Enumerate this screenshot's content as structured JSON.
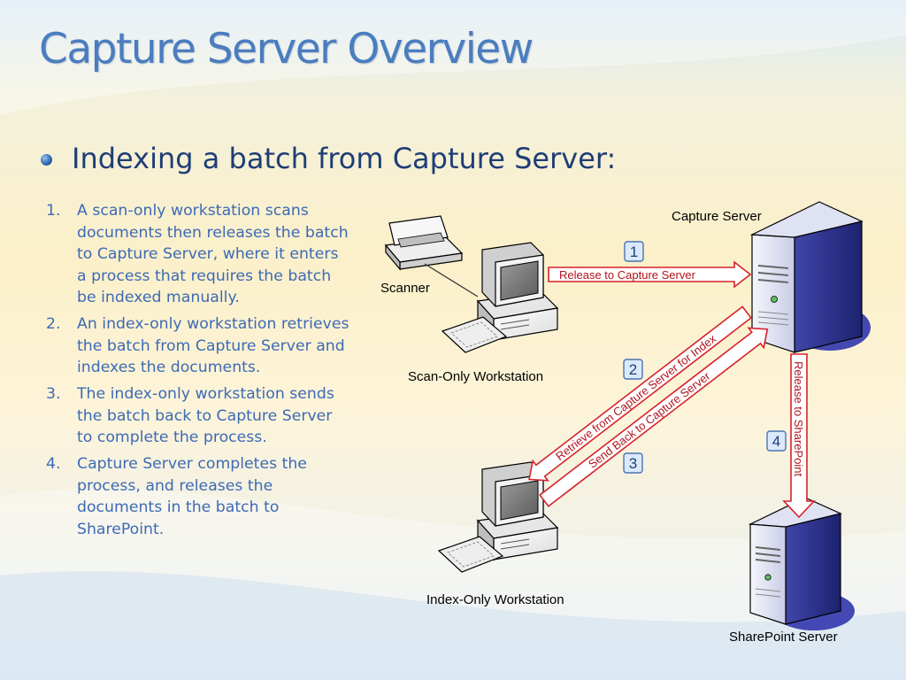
{
  "slide": {
    "title": "Capture Server Overview",
    "bullet": "Indexing a batch from Capture Server:"
  },
  "steps": [
    {
      "number": "1.",
      "text": "A scan-only workstation scans documents then releases the batch to Capture Server, where it enters a process that requires the batch be indexed manually."
    },
    {
      "number": "2.",
      "text": "An index-only workstation retrieves the batch from Capture Server and  indexes the documents."
    },
    {
      "number": "3.",
      "text": "The index-only workstation sends the batch back to Capture Server to complete the process."
    },
    {
      "number": "4.",
      "text": "Capture Server completes the process, and releases the documents in the batch to SharePoint."
    }
  ],
  "diagram": {
    "nodes": {
      "scanner": "Scanner",
      "scan_workstation": "Scan-Only Workstation",
      "capture_server": "Capture Server",
      "index_workstation": "Index-Only Workstation",
      "sharepoint_server": "SharePoint Server"
    },
    "edges": {
      "release_to_capture": {
        "badge": "1",
        "label": "Release to Capture Server"
      },
      "retrieve_for_index": {
        "badge": "2",
        "label": "Retrieve from Capture Server for Index"
      },
      "send_back": {
        "badge": "3",
        "label": "Send Back to Capture Server"
      },
      "release_to_sharepoint": {
        "badge": "4",
        "label": "Release to SharePoint"
      }
    }
  },
  "colors": {
    "title": "#4a7dc0",
    "bullet_text": "#1f3e76",
    "step_text": "#3d6ab5",
    "arrow_outline": "#d6222a",
    "arrow_label": "#b0141c",
    "badge_fill": "#dce9fb",
    "badge_border": "#4a74b4"
  }
}
